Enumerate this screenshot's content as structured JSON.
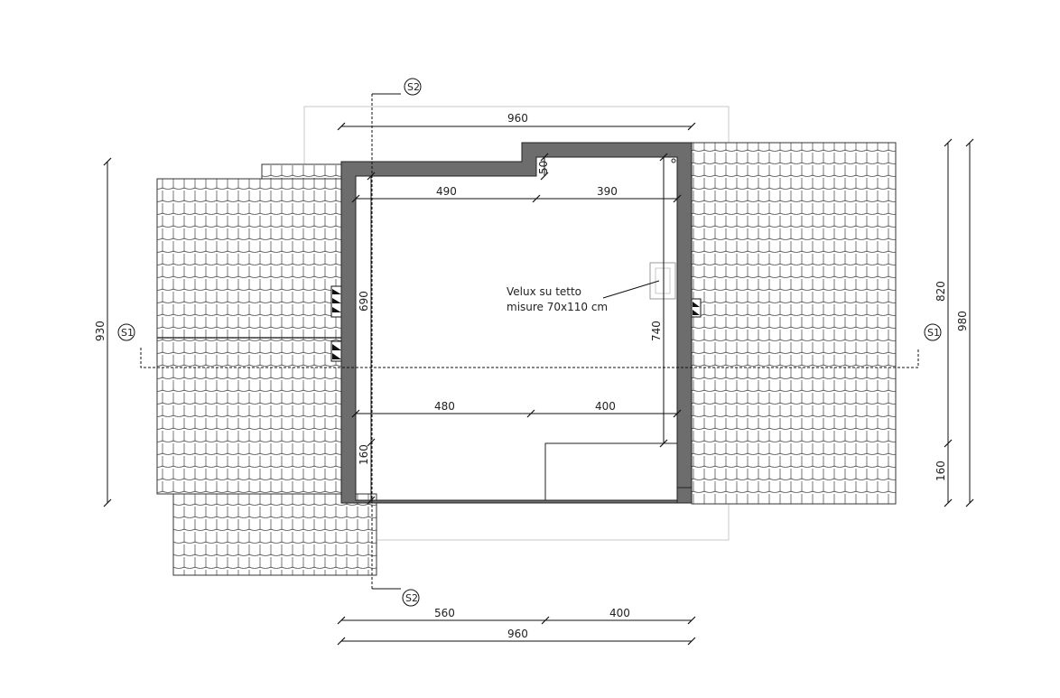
{
  "colors": {
    "wall": "#6d6d6d",
    "line": "#111111",
    "roof_tile": "#555555",
    "ghost_outline": "#bbbbbb"
  },
  "dimensions": {
    "top_overall": "960",
    "inner_top_left": "490",
    "inner_top_right": "390",
    "step_height": "50",
    "inner_bottom_left": "480",
    "inner_bottom_right": "400",
    "left_inner_height": "690",
    "left_lower_height": "160",
    "right_inner_height": "740",
    "left_overall": "930",
    "right_upper": "820",
    "right_lower": "160",
    "right_overall": "980",
    "bottom_left": "560",
    "bottom_right": "400",
    "bottom_overall": "960"
  },
  "note": {
    "line1": "Velux su tetto",
    "line2": "misure 70x110 cm"
  },
  "sections": {
    "s1_label": "S1",
    "s2_label": "S2"
  }
}
